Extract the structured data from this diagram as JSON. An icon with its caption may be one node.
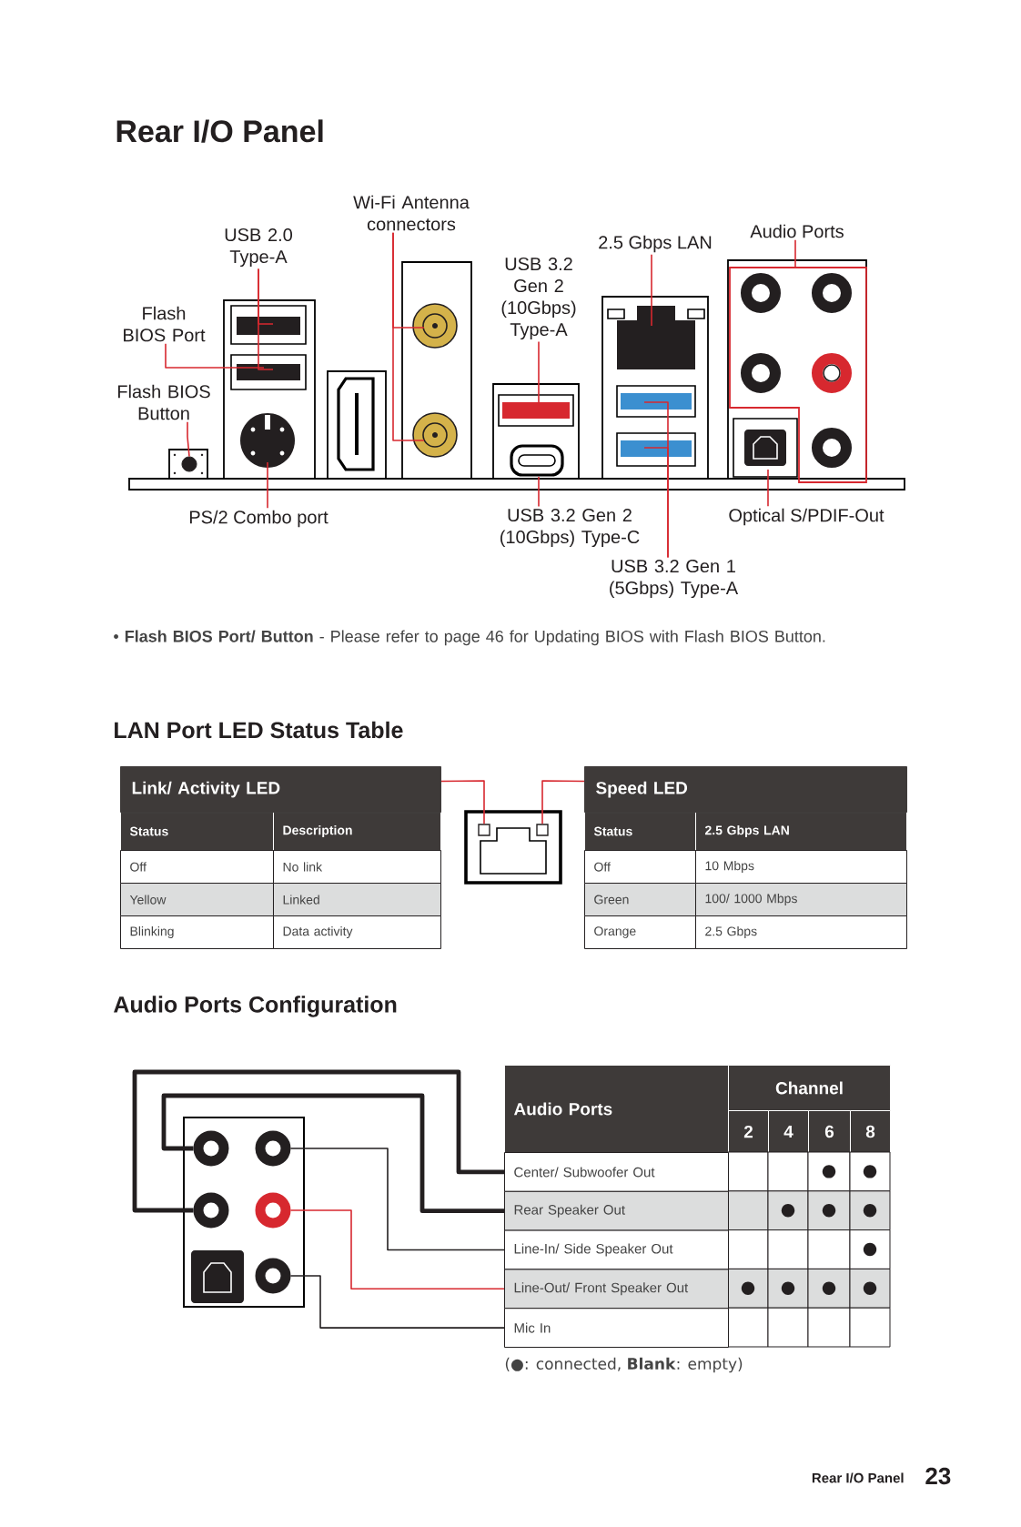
{
  "diagram": {
    "title": "Rear I/O Panel",
    "nodes": [
      {
        "text": [
          "Wi-Fi Antenna connectors"
        ]
      },
      {
        "text": [
          "USB 2.0 Type-A"
        ]
      },
      {
        "text": [
          "Audio Ports"
        ]
      },
      {
        "text": [
          "2.5 Gbps LAN"
        ]
      },
      {
        "text": [
          "USB 3.2 Gen 2 (10Gbps) Type-A"
        ]
      },
      {
        "text": [
          "Flash BIOS Port"
        ]
      },
      {
        "text": [
          "Flash BIOS Button"
        ]
      },
      {
        "text": [
          "PS/2 Combo port"
        ]
      },
      {
        "text": [
          "USB 3.2 Gen 2 (10Gbps) Type-C"
        ]
      },
      {
        "text": [
          "Optical S/PDIF-Out"
        ]
      },
      {
        "text": [
          "USB 3.2 Gen 1 (5Gbps) Type-A"
        ]
      },
      {
        "text": [
          "Link/ Activity LED"
        ]
      },
      {
        "text": [
          "Speed LED"
        ]
      },
      {
        "text": [],
        "shape": "circle"
      },
      {
        "text": [],
        "shape": "circle"
      },
      {
        "text": [],
        "shape": "circle"
      },
      {
        "text": [],
        "shape": "circle"
      },
      {
        "text": [],
        "shape": "circle"
      },
      {
        "text": [
          "Center/ Subwoofer Out"
        ]
      },
      {
        "text": [
          "Rear Speaker Out"
        ]
      },
      {
        "text": [
          "Line-In/ Side Speaker Out"
        ]
      },
      {
        "text": [
          "Line-Out/ Front Speaker Out"
        ]
      },
      {
        "text": [
          "Mic In"
        ]
      },
      {
        "text": [],
        "shape": "circle"
      },
      {
        "text": [],
        "shape": "box"
      },
      {
        "text": [],
        "shape": "box"
      }
    ],
    "edges": [
      {
        "from": 0,
        "to": null,
        "arrow": "none"
      },
      {
        "from": 0,
        "to": null,
        "arrow": "none"
      },
      {
        "from": 1,
        "to": null,
        "arrow": "none"
      },
      {
        "from": 1,
        "to": null,
        "arrow": "none"
      },
      {
        "from": 2,
        "to": null,
        "arrow": "none"
      },
      {
        "from": 3,
        "to": null,
        "arrow": "none"
      },
      {
        "from": 4,
        "to": null,
        "arrow": "none"
      },
      {
        "from": 5,
        "to": null,
        "arrow": "none"
      },
      {
        "from": 6,
        "to": 23,
        "arrow": "none"
      },
      {
        "from": 7,
        "to": null,
        "arrow": "none"
      },
      {
        "from": 8,
        "to": null,
        "arrow": "none"
      },
      {
        "from": 9,
        "to": null,
        "arrow": "none"
      },
      {
        "from": 10,
        "to": null,
        "arrow": "none"
      },
      {
        "from": 10,
        "to": null,
        "arrow": "none"
      },
      {
        "from": 11,
        "to": 24,
        "arrow": "none"
      },
      {
        "from": 12,
        "to": 25,
        "arrow": "none"
      },
      {
        "from": 13,
        "to": 19,
        "arrow": "none",
        "style": "thick",
        "color": "#231f20"
      },
      {
        "from": 14,
        "to": 20,
        "arrow": "none",
        "color": "#231f20"
      },
      {
        "from": 15,
        "to": 18,
        "arrow": "none",
        "style": "thick",
        "color": "#231f20"
      },
      {
        "from": 16,
        "to": 21,
        "arrow": "none"
      },
      {
        "from": 17,
        "to": 22,
        "arrow": "none",
        "color": "#231f20"
      }
    ],
    "labels": [
      "• **Flash BIOS Port/ Button** - Please refer to page 46 for Updating BIOS with Flash BIOS Button.",
      "LAN Port LED Status Table",
      "Status",
      "Description",
      "Off",
      "No link",
      "Yellow",
      "Linked",
      "Blinking",
      "Data activity",
      "Status",
      "2.5 Gbps LAN",
      "Off",
      "10 Mbps",
      "Green",
      "100/ 1000 Mbps",
      "Orange",
      "2.5 Gbps",
      "Audio Ports Configuration",
      "Audio Ports",
      "Channel",
      "2",
      "4",
      "6",
      "8",
      "(●: connected, **Blank**: empty)",
      "Rear I/O Panel",
      "23"
    ]
  }
}
